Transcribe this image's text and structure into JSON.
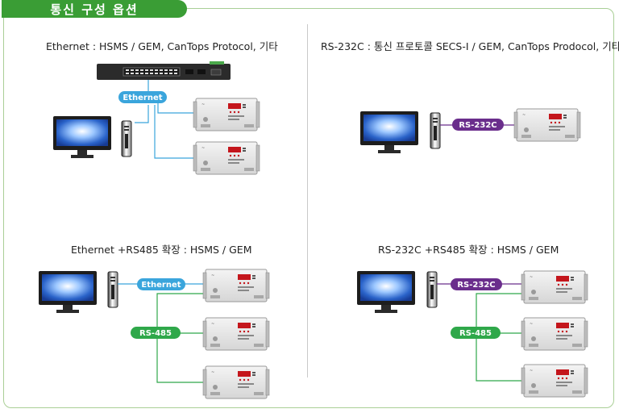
{
  "header": {
    "title": "통신 구성 옵션"
  },
  "sections": {
    "ethernet": {
      "caption": "Ethernet : HSMS / GEM, CanTops Protocol, 기타",
      "link_label": "Ethernet"
    },
    "rs232": {
      "caption": "RS-232C : 통신 프로토콜 SECS-I / GEM, CanTops Prodocol, 기타",
      "link_label": "RS-232C"
    },
    "ethernet_rs485": {
      "caption": "Ethernet +RS485 확장 : HSMS / GEM",
      "link_label": "Ethernet",
      "bus_label": "RS-485"
    },
    "rs232_rs485": {
      "caption": "RS-232C +RS485 확장 : HSMS / GEM",
      "link_label": "RS-232C",
      "bus_label": "RS-485"
    }
  },
  "colors": {
    "brand_green": "#3a9d35",
    "ethernet_blue": "#3aa5dc",
    "rs232_purple": "#6a2d8c",
    "rs485_green": "#2fa84a"
  },
  "icons": [
    "monitor-icon",
    "pc-tower-icon",
    "network-switch-icon",
    "controller-unit-icon"
  ]
}
